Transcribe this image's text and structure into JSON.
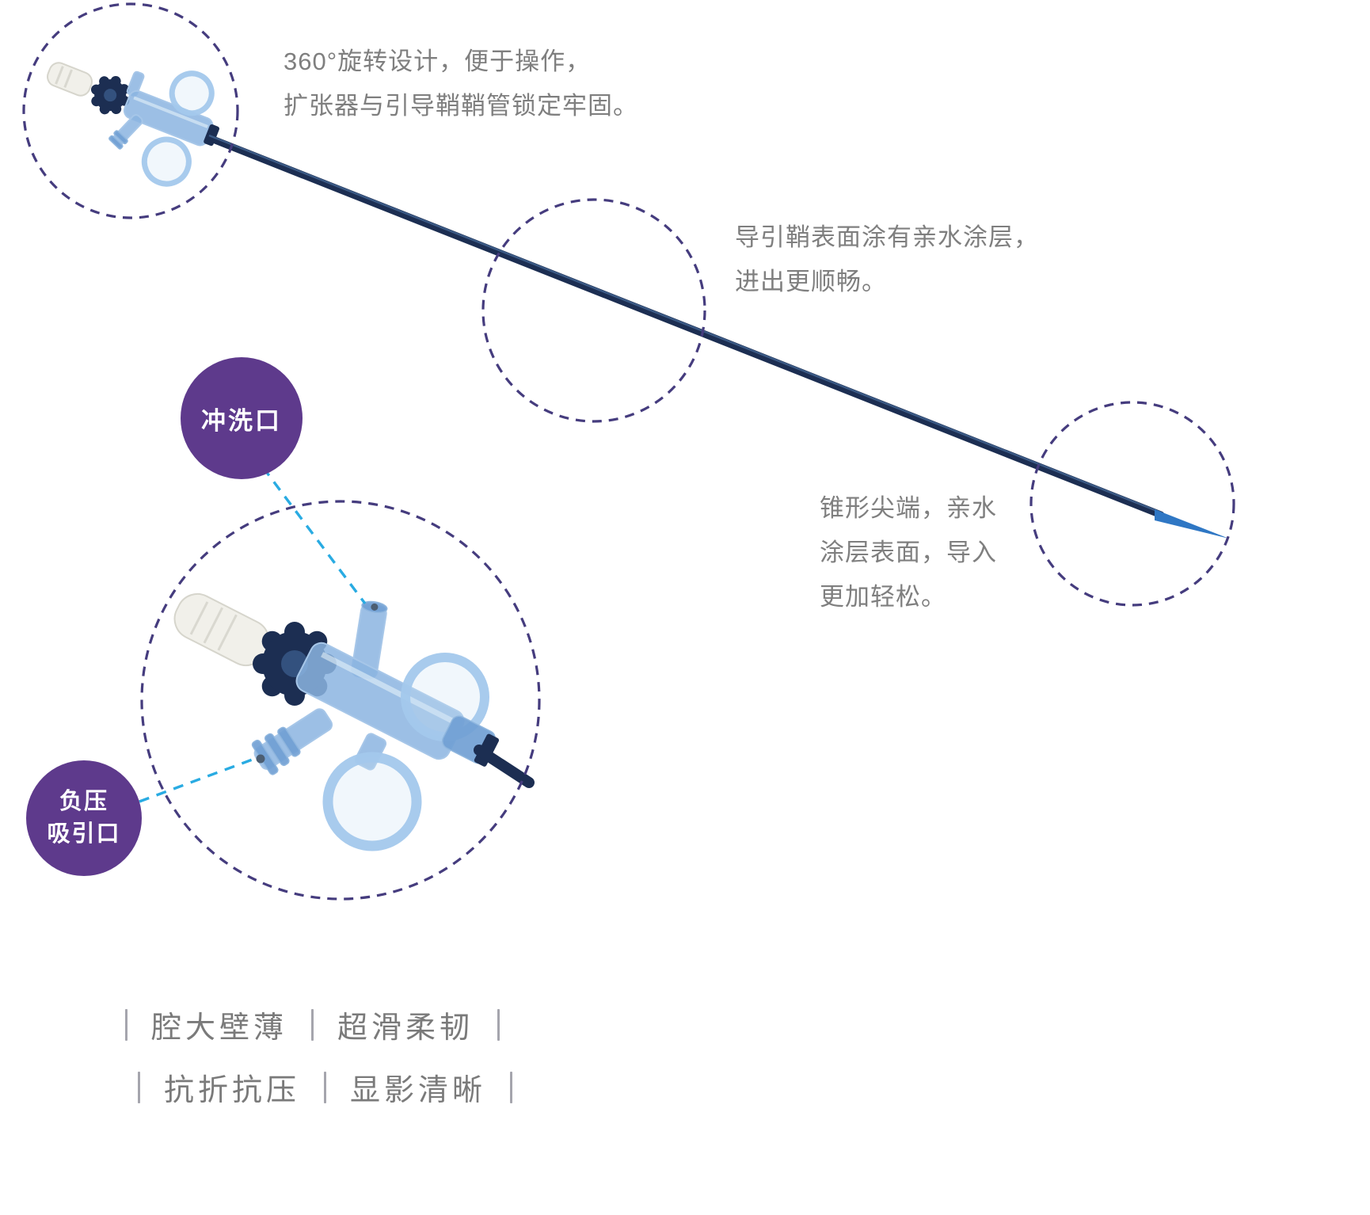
{
  "page": {
    "background": "#ffffff"
  },
  "annotations": {
    "rotation_design": {
      "lines": [
        "360°旋转设计，便于操作，",
        "扩张器与引导鞘鞘管锁定牢固。"
      ]
    },
    "hydrophilic_coating": {
      "lines": [
        "导引鞘表面涂有亲水涂层，",
        "进出更顺畅。"
      ]
    },
    "tapered_tip": {
      "lines": [
        "锥形尖端，亲水",
        "涂层表面，导入",
        "更加轻松。"
      ]
    }
  },
  "port_labels": {
    "irrigation": {
      "text": "冲洗口"
    },
    "suction": {
      "lines": [
        "负压",
        "吸引口"
      ]
    }
  },
  "feature_list": {
    "rows": [
      [
        "腔大壁薄",
        "超滑柔韧"
      ],
      [
        "抗折抗压",
        "显影清晰"
      ]
    ]
  },
  "colors": {
    "page_bg": "#ffffff",
    "accent_purple": "#5e3a8c",
    "dashed_circle": "#453c7e",
    "annotation_text": "#7f7f7f",
    "connector_cyan": "#29abe2",
    "device_navy": "#1c2e52",
    "device_blue": "#8bb4e0",
    "tip_blue": "#2f77c4"
  }
}
